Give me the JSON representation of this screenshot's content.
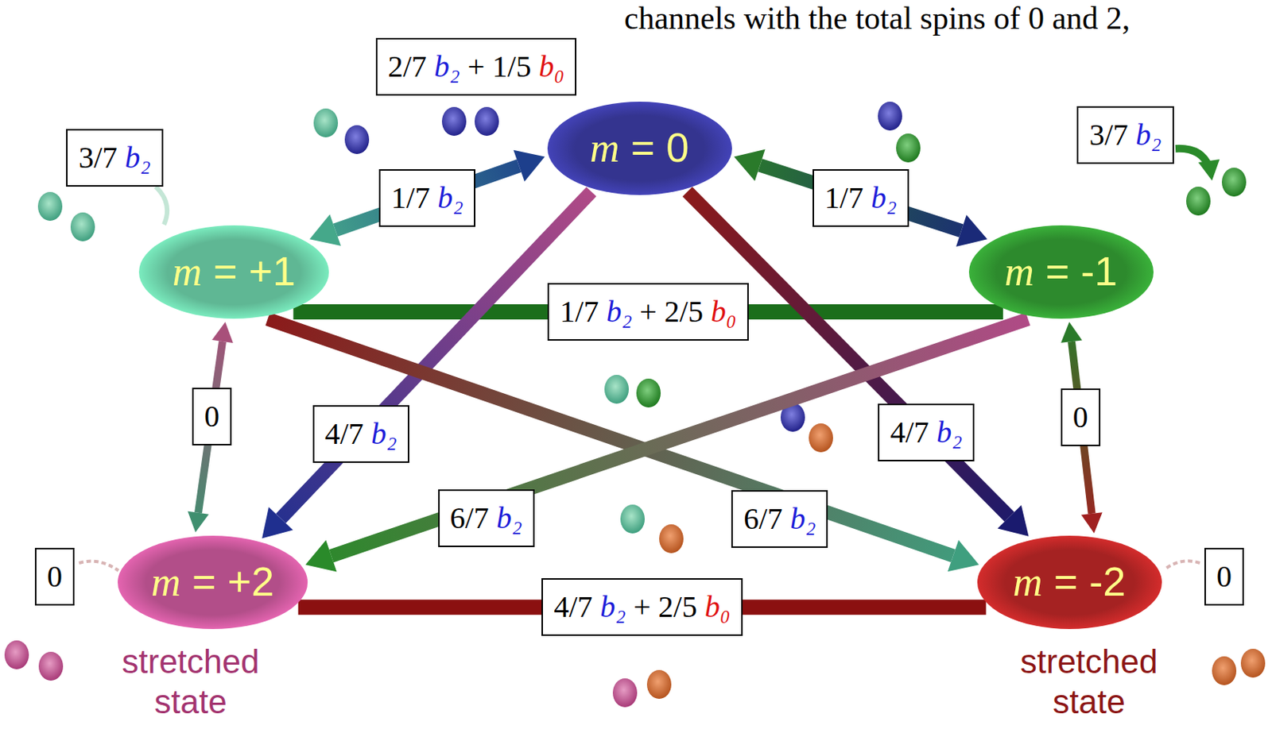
{
  "diagram": {
    "nodes": [
      {
        "text": [
          "m = 0"
        ]
      },
      {
        "text": [
          "m = +1"
        ]
      },
      {
        "text": [
          "m = -1"
        ]
      },
      {
        "text": [
          "m = +2"
        ]
      },
      {
        "text": [
          "m = -2"
        ]
      }
    ],
    "edges": [
      {
        "from": 1,
        "to": 0,
        "arrow": "both",
        "label": "1/7 b₂"
      },
      {
        "from": 0,
        "to": 2,
        "arrow": "both",
        "label": "1/7 b₂"
      },
      {
        "from": 1,
        "to": 2,
        "arrow": "none",
        "label": "1/7 b₂ + 2/5 b₀"
      },
      {
        "from": 0,
        "to": 3,
        "arrow": "to",
        "label": "4/7 b₂"
      },
      {
        "from": 0,
        "to": 4,
        "arrow": "to",
        "label": "4/7 b₂"
      },
      {
        "from": 1,
        "to": 3,
        "arrow": "both",
        "label": "0"
      },
      {
        "from": 2,
        "to": 4,
        "arrow": "both",
        "label": "0"
      },
      {
        "from": 1,
        "to": 4,
        "arrow": "to",
        "label": "6/7 b₂"
      },
      {
        "from": 2,
        "to": 3,
        "arrow": "to",
        "label": "6/7 b₂"
      },
      {
        "from": 3,
        "to": 4,
        "arrow": "none",
        "label": "4/7 b₂ + 2/5 b₀"
      }
    ],
    "labels": [
      "channels with the total spins of 0 and 2,",
      "2/7 b₂ + 1/5 b₀",
      "3/7 b₂",
      "3/7 b₂",
      "0",
      "0",
      "stretched state",
      "stretched state"
    ]
  }
}
